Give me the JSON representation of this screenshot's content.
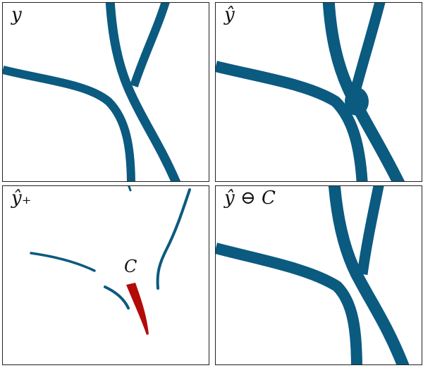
{
  "panels": [
    {
      "id": "y",
      "label": "y"
    },
    {
      "id": "y_hat",
      "label": "ŷ"
    },
    {
      "id": "y_hat_plus",
      "label": "ŷ₊"
    },
    {
      "id": "y_hat_minus_C",
      "label": "ŷ ⊖ C"
    }
  ],
  "callout": "C",
  "colors": {
    "vessel": "#0b5a80",
    "error_component": "#b30a0a",
    "border": "#222222",
    "background": "#ffffff"
  }
}
